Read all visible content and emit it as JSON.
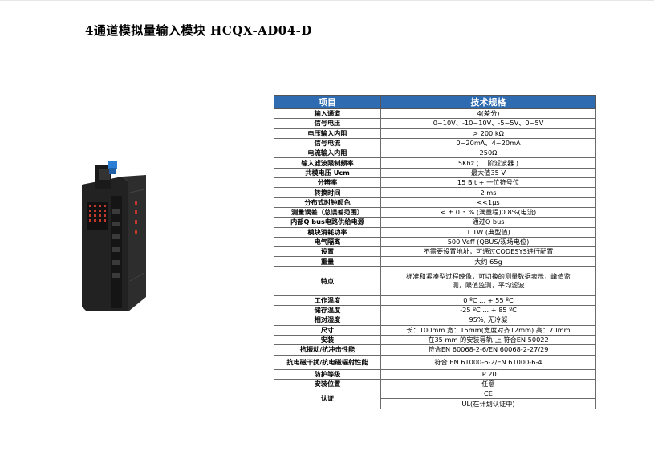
{
  "page": {
    "title": "4通道模拟量输入模块 HCQX-AD04-D"
  },
  "table": {
    "headers": [
      "项目",
      "技术规格"
    ],
    "rows": [
      {
        "k": "输入通道",
        "v": "4(差分)"
      },
      {
        "k": "信号电压",
        "v": "0~10V、-10~10V、-5~5V、0~5V"
      },
      {
        "k": "电压输入内阻",
        "v": "> 200 kΩ"
      },
      {
        "k": "信号电流",
        "v": "0~20mA、4~20mA"
      },
      {
        "k": "电流输入内阻",
        "v": "250Ω"
      },
      {
        "k": "输入滤波限制频率",
        "v": "5Khz ( 二阶滤波器 )"
      },
      {
        "k": "共模电压 Ucm",
        "v": "最大值35 V"
      },
      {
        "k": "分辨率",
        "v": "15 Bit + 一位符号位"
      },
      {
        "k": "转换时间",
        "v": "2 ms"
      },
      {
        "k": "分布式时钟颜色",
        "v": "<<1μs"
      },
      {
        "k": "测量误差（总误差范围）",
        "v": "< ± 0.3 % (满量程)0.8%(电流)"
      },
      {
        "k": "内部Q bus电路供给电源",
        "v": "通过Q bus"
      },
      {
        "k": "模块消耗功率",
        "v": "1.1W (典型值)"
      },
      {
        "k": "电气隔离",
        "v": "500 Veff (QBUS/现场电位)"
      },
      {
        "k": "设置",
        "v": "不需要设置地址，可通过CODESYS进行配置"
      },
      {
        "k": "重量",
        "v": "大约 65g"
      },
      {
        "k": "特点",
        "v": "标准和紧凑型过程映像，可切换的测量数据表示，峰值监测，限值监测，平均滤波"
      },
      {
        "k": "工作温度",
        "v": "0 ºC ... + 55 ºC"
      },
      {
        "k": "储存温度",
        "v": "-25 ºC ... + 85 ºC"
      },
      {
        "k": "相对湿度",
        "v": "95%, 无冷凝"
      },
      {
        "k": "尺寸",
        "v": "长：100mm 宽：15mm(宽度对齐12mm) 高：70mm"
      },
      {
        "k": "安装",
        "v": "在35 mm 的安装导轨 上 符合EN 50022"
      },
      {
        "k": "抗振动/抗冲击性能",
        "v": "符合EN 60068-2-6/EN 60068-2-27/29"
      },
      {
        "k": "抗电磁干扰/抗电磁辐射性能",
        "v": "符合 EN 61000-6-2/EN 61000-6-4"
      },
      {
        "k": "防护等级",
        "v": "IP 20"
      },
      {
        "k": "安装位置",
        "v": "任意"
      }
    ],
    "cert": {
      "k": "认证",
      "v1": "CE",
      "v2": "UL(在计划认证中)"
    }
  },
  "colors": {
    "header_bg": "#2e6bb0",
    "module_body": "#1f1f1f",
    "connector": "#2a7fd4",
    "led": "#c0392b"
  }
}
